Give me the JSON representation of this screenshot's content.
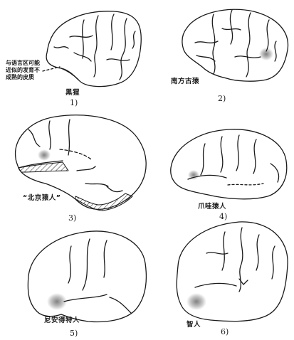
{
  "figures": [
    {
      "number": "1)",
      "label": "黑猩",
      "note": "与语言区可能\n近似的发育不\n成熟的皮质"
    },
    {
      "number": "2)",
      "label": "南方古猿"
    },
    {
      "number": "3)",
      "label": "“北京猿人”"
    },
    {
      "number": "4)",
      "label": "爪哇猿人"
    },
    {
      "number": "5)",
      "label": "尼安得特人"
    },
    {
      "number": "6)",
      "label": "智人"
    }
  ],
  "colors": {
    "ink": "#1a1a1a",
    "paper": "#ffffff"
  }
}
